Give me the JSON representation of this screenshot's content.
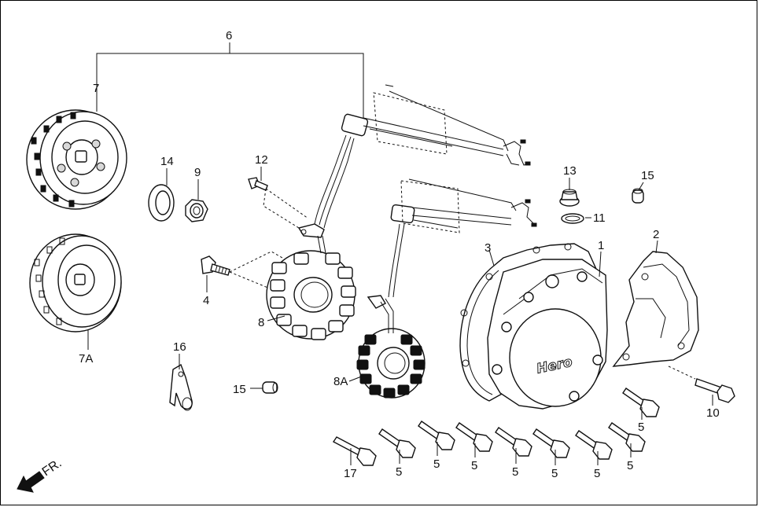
{
  "diagram": {
    "labels": {
      "p6": "6",
      "p7": "7",
      "p7a": "7A",
      "p14": "14",
      "p9": "9",
      "p12": "12",
      "p4": "4",
      "p8": "8",
      "p8a": "8A",
      "p16": "16",
      "p15a": "15",
      "p15b": "15",
      "p13": "13",
      "p11": "11",
      "p3": "3",
      "p1": "1",
      "p2": "2",
      "p10": "10",
      "p17": "17",
      "p5a": "5",
      "p5b": "5",
      "p5c": "5",
      "p5d": "5",
      "p5e": "5",
      "p5f": "5",
      "p5g": "5",
      "p5h": "5"
    },
    "brand": "Hero",
    "direction": "FR."
  }
}
